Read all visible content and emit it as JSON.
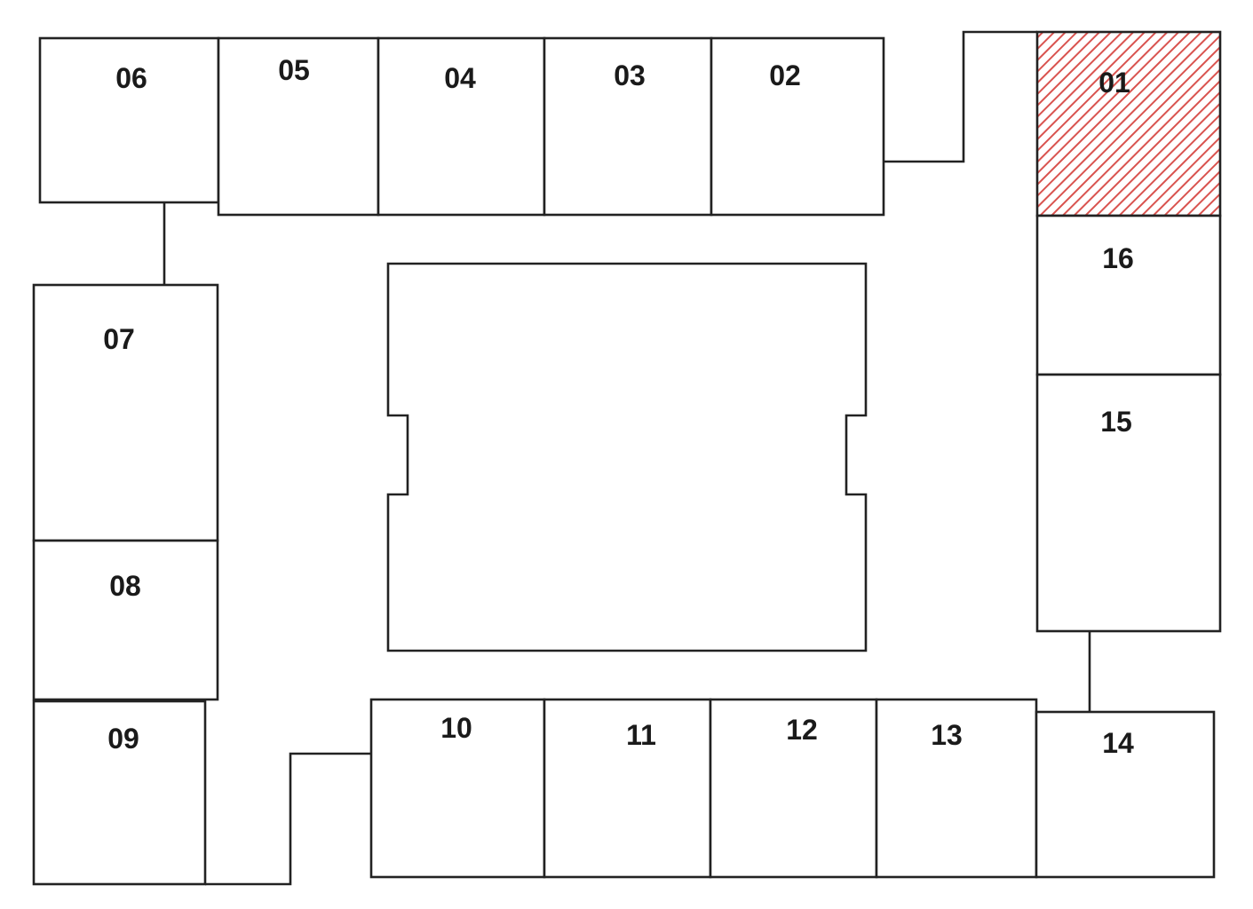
{
  "floor_plan": {
    "rooms": [
      {
        "id": "01",
        "label": "01",
        "highlighted": true
      },
      {
        "id": "02",
        "label": "02"
      },
      {
        "id": "03",
        "label": "03"
      },
      {
        "id": "04",
        "label": "04"
      },
      {
        "id": "05",
        "label": "05"
      },
      {
        "id": "06",
        "label": "06"
      },
      {
        "id": "07",
        "label": "07"
      },
      {
        "id": "08",
        "label": "08"
      },
      {
        "id": "09",
        "label": "09"
      },
      {
        "id": "10",
        "label": "10"
      },
      {
        "id": "11",
        "label": "11"
      },
      {
        "id": "12",
        "label": "12"
      },
      {
        "id": "13",
        "label": "13"
      },
      {
        "id": "14",
        "label": "14"
      },
      {
        "id": "15",
        "label": "15"
      },
      {
        "id": "16",
        "label": "16"
      }
    ],
    "highlight_color": "#d9534f",
    "line_color": "#222222"
  }
}
